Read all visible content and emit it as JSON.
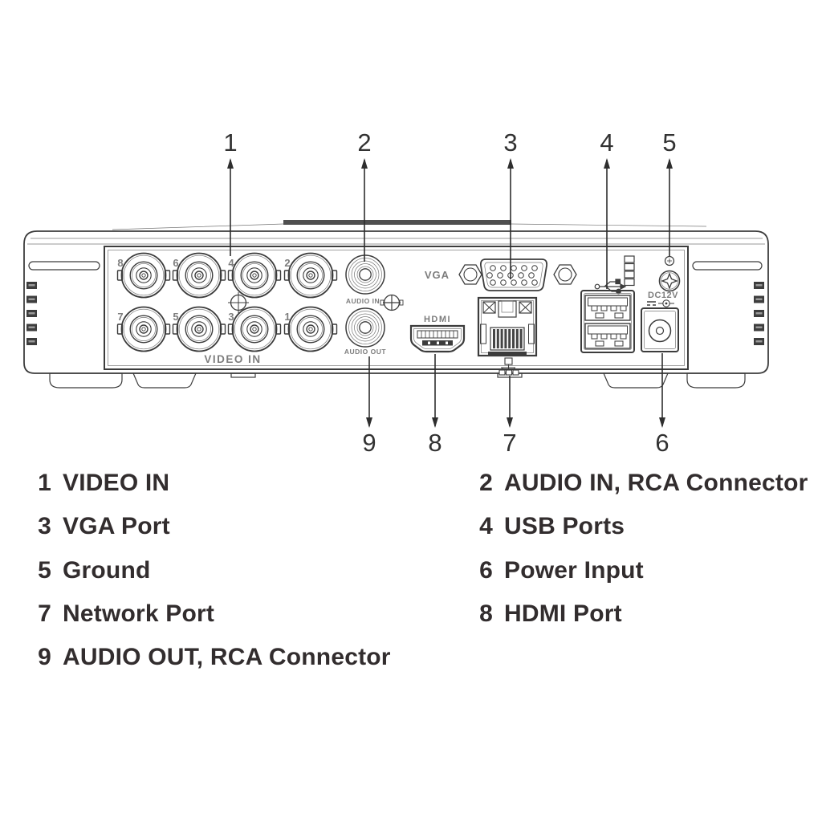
{
  "callouts": {
    "top": [
      {
        "num": "1"
      },
      {
        "num": "2"
      },
      {
        "num": "3"
      },
      {
        "num": "4"
      },
      {
        "num": "5"
      }
    ],
    "bottom": [
      {
        "num": "9"
      },
      {
        "num": "8"
      },
      {
        "num": "7"
      },
      {
        "num": "6"
      }
    ]
  },
  "panel_labels": {
    "bnc": [
      "8",
      "6",
      "4",
      "2",
      "7",
      "5",
      "3",
      "1"
    ],
    "video_in": "VIDEO IN",
    "audio_in": "AUDIO IN",
    "audio_out": "AUDIO OUT",
    "vga": "VGA",
    "hdmi": "HDMI",
    "dc12v": "DC12V"
  },
  "legend": {
    "left": [
      {
        "num": "1",
        "label": "VIDEO IN"
      },
      {
        "num": "3",
        "label": "VGA Port"
      },
      {
        "num": "5",
        "label": "Ground"
      },
      {
        "num": "7",
        "label": "Network Port"
      },
      {
        "num": "9",
        "label": "AUDIO OUT, RCA Connector"
      }
    ],
    "right": [
      {
        "num": "2",
        "label": "AUDIO IN, RCA Connector"
      },
      {
        "num": "4",
        "label": "USB Ports"
      },
      {
        "num": "6",
        "label": "Power Input"
      },
      {
        "num": "8",
        "label": "HDMI Port"
      }
    ]
  },
  "colors": {
    "ink": "#323232",
    "port_label_gray": "#7d7d7d",
    "legend_text": "#322d2e"
  }
}
